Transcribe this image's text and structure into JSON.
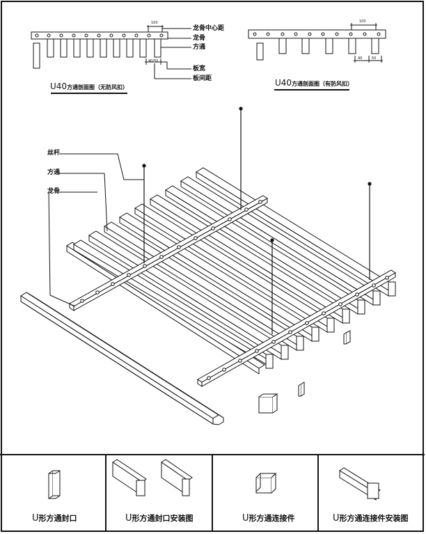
{
  "section_left": {
    "title_code": "U40",
    "title_text": "方通剖面图",
    "title_note": "（无防风扣）",
    "dim_top": "100",
    "dim_bottom": "40/50",
    "callouts": [
      "龙骨中心距",
      "龙骨",
      "方通",
      "板宽",
      "板间距"
    ]
  },
  "section_right": {
    "title_code": "U40",
    "title_text": "方通剖面图",
    "title_note": "（有防风扣）",
    "dim_top": "100",
    "dim_bottom_a": "40",
    "dim_bottom_b": "50"
  },
  "main_callouts": {
    "rod": "丝杆",
    "square_tube": "方通",
    "keel": "龙骨"
  },
  "bottom_panels": [
    {
      "code": "U",
      "label": "形方通封口"
    },
    {
      "code": "U",
      "label": "形方通封口安装图"
    },
    {
      "code": "U",
      "label": "形方通连接件"
    },
    {
      "code": "U",
      "label": "形方通连接件安装图"
    }
  ]
}
